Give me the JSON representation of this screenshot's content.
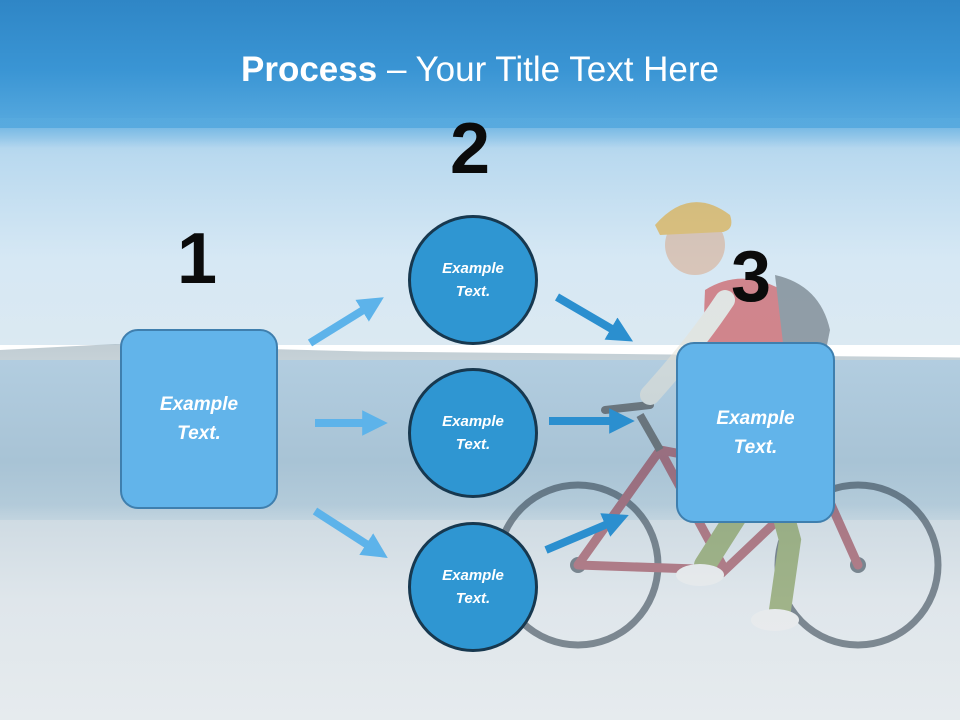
{
  "title": {
    "bold": "Process",
    "rest": " – Your Title Text Here"
  },
  "steps": [
    {
      "number": "1",
      "text_line1": "Example",
      "text_line2": "Text."
    },
    {
      "number": "2"
    },
    {
      "number": "3",
      "text_line1": "Example",
      "text_line2": "Text."
    }
  ],
  "circles": [
    {
      "line1": "Example",
      "line2": "Text."
    },
    {
      "line1": "Example",
      "line2": "Text."
    },
    {
      "line1": "Example",
      "line2": "Text."
    }
  ],
  "colors": {
    "box_fill": "#62b4ea",
    "circle_fill": "#2f96d2",
    "arrow_light": "#5db3ea",
    "arrow_dark": "#2b8fcf",
    "title_band": "#3a95d4"
  }
}
